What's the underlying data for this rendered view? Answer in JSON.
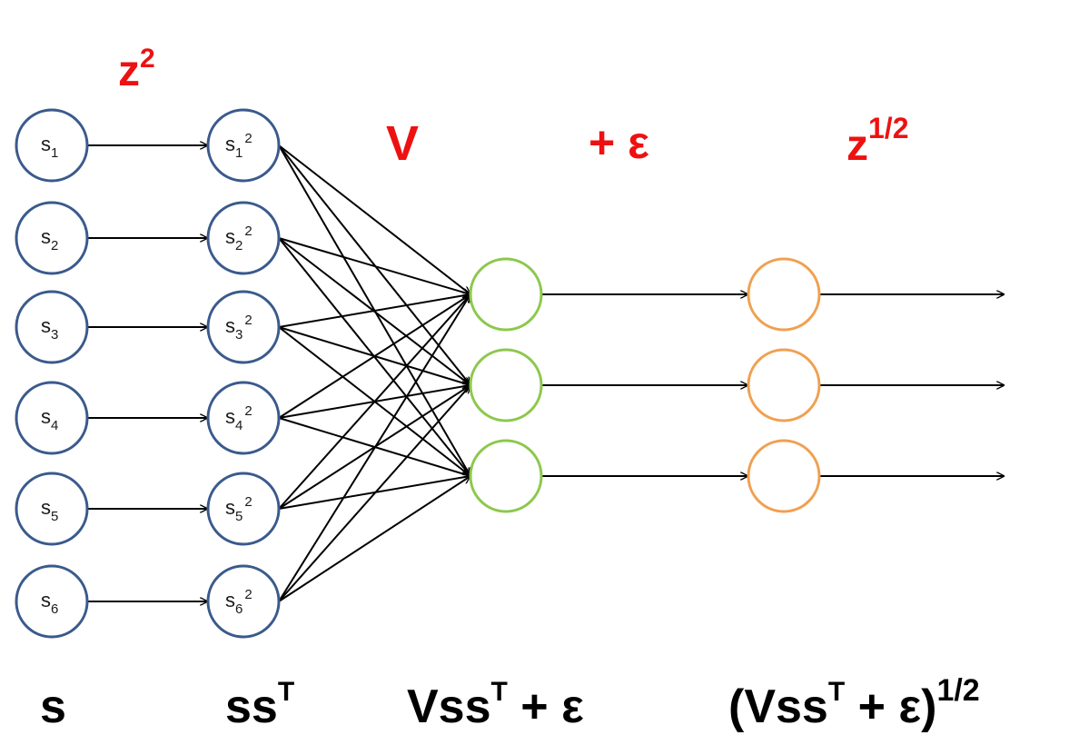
{
  "operations": {
    "square": {
      "base": "z",
      "power": "2"
    },
    "weights": {
      "text": "V"
    },
    "noise": {
      "text": "+ ε"
    },
    "sqrt": {
      "base": "z",
      "power": "1/2"
    }
  },
  "input_nodes": [
    {
      "base": "s",
      "index": "1"
    },
    {
      "base": "s",
      "index": "2"
    },
    {
      "base": "s",
      "index": "3"
    },
    {
      "base": "s",
      "index": "4"
    },
    {
      "base": "s",
      "index": "5"
    },
    {
      "base": "s",
      "index": "6"
    }
  ],
  "squared_nodes": [
    {
      "base": "s",
      "index": "1",
      "power": "2"
    },
    {
      "base": "s",
      "index": "2",
      "power": "2"
    },
    {
      "base": "s",
      "index": "3",
      "power": "2"
    },
    {
      "base": "s",
      "index": "4",
      "power": "2"
    },
    {
      "base": "s",
      "index": "5",
      "power": "2"
    },
    {
      "base": "s",
      "index": "6",
      "power": "2"
    }
  ],
  "hidden_node_count": 3,
  "output_node_count": 3,
  "layer_labels": {
    "input": {
      "main": "s"
    },
    "squared": {
      "main": "ss",
      "sup": "T"
    },
    "weighted": {
      "main": "Vss",
      "sup": "T",
      "tail": " + ε"
    },
    "output": {
      "main": "(Vss",
      "sup": "T",
      "tail": " + ε)",
      "power": "1/2"
    }
  },
  "colors": {
    "input_node_stroke": "#3a5a8c",
    "hidden_node_stroke": "#8cc84b",
    "output_node_stroke": "#f0a050",
    "operation_text": "#ee1111",
    "arrow": "#000000"
  }
}
